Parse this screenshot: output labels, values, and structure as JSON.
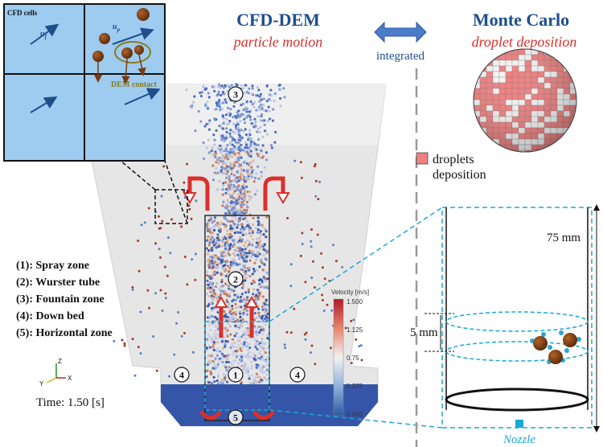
{
  "header": {
    "cfd_dem_title": "CFD-DEM",
    "cfd_dem_subtitle": "particle motion",
    "monte_carlo_title": "Monte Carlo",
    "monte_carlo_subtitle": "droplet deposition",
    "link_label": "integrated"
  },
  "inset": {
    "cells_label": "CFD cells",
    "fluid_velocity_label": "u",
    "fluid_velocity_sub": "f",
    "particle_velocity_label": "u",
    "particle_velocity_sub": "p",
    "contact_label": "DEM contact"
  },
  "zones": {
    "markers": [
      "3",
      "2",
      "1",
      "4",
      "4",
      "5"
    ],
    "legend": [
      "(1): Spray zone",
      "(2): Wurster tube",
      "(3): Fountain zone",
      "(4): Down bed",
      "(5): Horizontal zone"
    ]
  },
  "colorbar": {
    "title": "Velocity [m/s]",
    "ticks": [
      "1.500",
      "1.125",
      "0.75",
      "0.375",
      "0.000"
    ],
    "top_color": "#b2182b",
    "mid_color": "#f2f2f2",
    "bottom_color": "#2c5aa0"
  },
  "axes_triad": {
    "z": "Z",
    "y": "Y",
    "x": "X"
  },
  "time_label": "Time: 1.50 [s]",
  "droplet_legend": {
    "line1": "droplets",
    "line2": "deposition",
    "swatch_color": "#f08080"
  },
  "detail": {
    "height_label": "75 mm",
    "band_label": "5 mm",
    "nozzle_label": "Nozzle"
  },
  "colors": {
    "title_blue": "#1f4e8c",
    "accent_red": "#d9302c",
    "cyan_dash": "#1ba8d6",
    "particle_brown": "#7a3a10",
    "cell_blue": "#9ecbf0"
  }
}
